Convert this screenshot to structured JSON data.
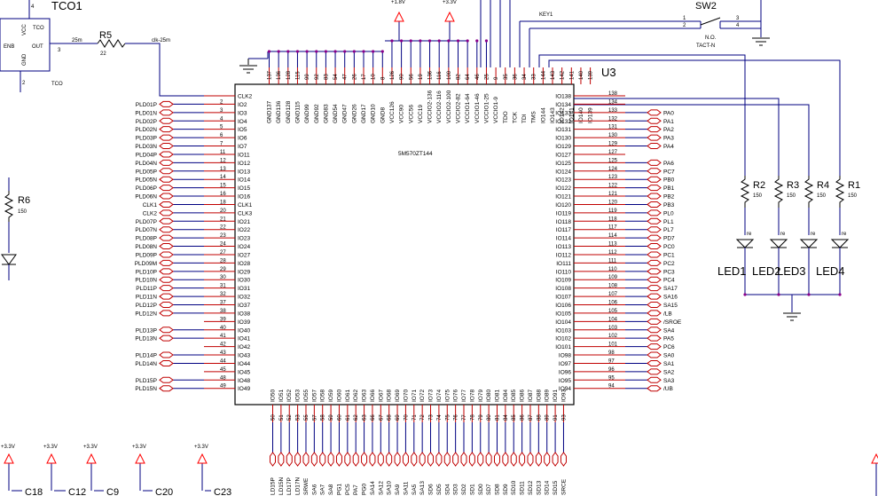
{
  "osc": {
    "ref": "TCO1",
    "label_top": "TCO",
    "label_bottom": "TCO",
    "pin_vcc": "VCC",
    "pin_gnd": "GND",
    "pin_enb": "ENB",
    "pin_out": "OUT",
    "pin_num_vcc": "4",
    "pin_num_out": "3",
    "pin_num_gnd": "2"
  },
  "r5": {
    "ref": "R5",
    "value": "22",
    "net_in": "25m",
    "net_out": "clk-25m"
  },
  "r6": {
    "ref": "R6",
    "value": "150"
  },
  "sw2": {
    "ref": "SW2",
    "type": "N.O.",
    "part": "TACT-N",
    "net": "KEY1",
    "pins": [
      "1",
      "2",
      "3",
      "4"
    ]
  },
  "power": {
    "v18": "+1.8V",
    "v33": "+3.3V"
  },
  "u3": {
    "ref": "U3",
    "part": "5M570ZT144"
  },
  "top_pins": [
    {
      "num": "137",
      "name": "GND137"
    },
    {
      "num": "136",
      "name": "GND136"
    },
    {
      "num": "128",
      "name": "GND128"
    },
    {
      "num": "115",
      "name": "GND115"
    },
    {
      "num": "99",
      "name": "GND99"
    },
    {
      "num": "92",
      "name": "GND92"
    },
    {
      "num": "83",
      "name": "GND83"
    },
    {
      "num": "54",
      "name": "GND54"
    },
    {
      "num": "47",
      "name": "GND47"
    },
    {
      "num": "26",
      "name": "GND26"
    },
    {
      "num": "17",
      "name": "GND17"
    },
    {
      "num": "10",
      "name": "GND10"
    },
    {
      "num": "8",
      "name": "GND8"
    },
    {
      "num": "126",
      "name": "VCC126"
    },
    {
      "num": "90",
      "name": "VCC90"
    },
    {
      "num": "56",
      "name": "VCC56"
    },
    {
      "num": "19",
      "name": "VCC19"
    },
    {
      "num": "136",
      "name": "VCCIO2-136"
    },
    {
      "num": "116",
      "name": "VCCIO2-116"
    },
    {
      "num": "100",
      "name": "VCCIO2-100"
    },
    {
      "num": "82",
      "name": "VCCIO2-82"
    },
    {
      "num": "64",
      "name": "VCCIO1-64"
    },
    {
      "num": "46",
      "name": "VCCIO1-46"
    },
    {
      "num": "25",
      "name": "VCCIO1-25"
    },
    {
      "num": "9",
      "name": "VCCIO1-9"
    },
    {
      "num": "35",
      "name": "TDO"
    },
    {
      "num": "36",
      "name": "TCK"
    },
    {
      "num": "34",
      "name": "TDI"
    },
    {
      "num": "33",
      "name": "TMS"
    },
    {
      "num": "144",
      "name": "IO144"
    },
    {
      "num": "143",
      "name": "IO143"
    },
    {
      "num": "142",
      "name": "IO142"
    },
    {
      "num": "141",
      "name": "IO141"
    },
    {
      "num": "140",
      "name": "IO140"
    },
    {
      "num": "139",
      "name": "IO139"
    }
  ],
  "left_pins": [
    {
      "num": "",
      "name": "CLK2",
      "net": ""
    },
    {
      "num": "2",
      "name": "IO2",
      "net": "PLD01P"
    },
    {
      "num": "3",
      "name": "IO3",
      "net": "PLD01N"
    },
    {
      "num": "4",
      "name": "IO4",
      "net": "PLD02P"
    },
    {
      "num": "5",
      "name": "IO5",
      "net": "PLD02N"
    },
    {
      "num": "6",
      "name": "IO6",
      "net": "PLD03P"
    },
    {
      "num": "7",
      "name": "IO7",
      "net": "PLD03N"
    },
    {
      "num": "11",
      "name": "IO11",
      "net": "PLD04P"
    },
    {
      "num": "12",
      "name": "IO12",
      "net": "PLD04N"
    },
    {
      "num": "13",
      "name": "IO13",
      "net": "PLD05P"
    },
    {
      "num": "14",
      "name": "IO14",
      "net": "PLD05N"
    },
    {
      "num": "15",
      "name": "IO15",
      "net": "PLD06P"
    },
    {
      "num": "16",
      "name": "IO16",
      "net": "PLD06N"
    },
    {
      "num": "18",
      "name": "CLK1",
      "net": "CLK1"
    },
    {
      "num": "20",
      "name": "CLK3",
      "net": "CLK2"
    },
    {
      "num": "21",
      "name": "IO21",
      "net": "PLD07P"
    },
    {
      "num": "22",
      "name": "IO22",
      "net": "PLD07N"
    },
    {
      "num": "23",
      "name": "IO23",
      "net": "PLD08P"
    },
    {
      "num": "24",
      "name": "IO24",
      "net": "PLD08N"
    },
    {
      "num": "27",
      "name": "IO27",
      "net": "PLD09P"
    },
    {
      "num": "28",
      "name": "IO28",
      "net": "PLD09M"
    },
    {
      "num": "29",
      "name": "IO29",
      "net": "PLD10P"
    },
    {
      "num": "30",
      "name": "IO30",
      "net": "PLD10N"
    },
    {
      "num": "31",
      "name": "IO31",
      "net": "PLD11P"
    },
    {
      "num": "32",
      "name": "IO32",
      "net": "PLD11N"
    },
    {
      "num": "37",
      "name": "IO37",
      "net": "PLD12P"
    },
    {
      "num": "38",
      "name": "IO38",
      "net": "PLD12N"
    },
    {
      "num": "39",
      "name": "IO39",
      "net": ""
    },
    {
      "num": "40",
      "name": "IO40",
      "net": "PLD13P"
    },
    {
      "num": "41",
      "name": "IO41",
      "net": "PLD13N"
    },
    {
      "num": "42",
      "name": "IO42",
      "net": ""
    },
    {
      "num": "43",
      "name": "IO43",
      "net": "PLD14P"
    },
    {
      "num": "44",
      "name": "IO44",
      "net": "PLD14N"
    },
    {
      "num": "45",
      "name": "IO45",
      "net": ""
    },
    {
      "num": "48",
      "name": "IO48",
      "net": "PLD15P"
    },
    {
      "num": "49",
      "name": "IO49",
      "net": "PLD15N"
    }
  ],
  "right_pins": [
    {
      "num": "138",
      "name": "IO138",
      "net": ""
    },
    {
      "num": "134",
      "name": "IO134",
      "net": ""
    },
    {
      "num": "133",
      "name": "IO133",
      "net": "PA0"
    },
    {
      "num": "132",
      "name": "IO132",
      "net": "PA1"
    },
    {
      "num": "131",
      "name": "IO131",
      "net": "PA2"
    },
    {
      "num": "130",
      "name": "IO130",
      "net": "PA3"
    },
    {
      "num": "129",
      "name": "IO129",
      "net": "PA4"
    },
    {
      "num": "127",
      "name": "IO127",
      "net": ""
    },
    {
      "num": "125",
      "name": "IO125",
      "net": "PA6"
    },
    {
      "num": "124",
      "name": "IO124",
      "net": "PC7"
    },
    {
      "num": "123",
      "name": "IO123",
      "net": "PB0"
    },
    {
      "num": "122",
      "name": "IO122",
      "net": "PB1"
    },
    {
      "num": "121",
      "name": "IO121",
      "net": "PB2"
    },
    {
      "num": "120",
      "name": "IO120",
      "net": "PB3"
    },
    {
      "num": "119",
      "name": "IO119",
      "net": "PL0"
    },
    {
      "num": "118",
      "name": "IO118",
      "net": "PL1"
    },
    {
      "num": "117",
      "name": "IO117",
      "net": "PL7"
    },
    {
      "num": "114",
      "name": "IO114",
      "net": "PD7"
    },
    {
      "num": "113",
      "name": "IO113",
      "net": "PC0"
    },
    {
      "num": "112",
      "name": "IO112",
      "net": "PC1"
    },
    {
      "num": "111",
      "name": "IO111",
      "net": "PC2"
    },
    {
      "num": "110",
      "name": "IO110",
      "net": "PC3"
    },
    {
      "num": "109",
      "name": "IO109",
      "net": "PC4"
    },
    {
      "num": "108",
      "name": "IO108",
      "net": "SA17"
    },
    {
      "num": "107",
      "name": "IO107",
      "net": "SA16"
    },
    {
      "num": "106",
      "name": "IO106",
      "net": "SA15"
    },
    {
      "num": "105",
      "name": "IO105",
      "net": "/LB"
    },
    {
      "num": "104",
      "name": "IO104",
      "net": "/SROE"
    },
    {
      "num": "103",
      "name": "IO103",
      "net": "SA4"
    },
    {
      "num": "102",
      "name": "IO102",
      "net": "PA5"
    },
    {
      "num": "101",
      "name": "IO101",
      "net": "PC6"
    },
    {
      "num": "98",
      "name": "IO98",
      "net": "SA0"
    },
    {
      "num": "97",
      "name": "IO97",
      "net": "SA1"
    },
    {
      "num": "96",
      "name": "IO96",
      "net": "SA2"
    },
    {
      "num": "95",
      "name": "IO95",
      "net": "SA3"
    },
    {
      "num": "94",
      "name": "IO94",
      "net": "/UB"
    }
  ],
  "bottom_pins": [
    {
      "num": "50",
      "name": "IO50",
      "net": "LD15P"
    },
    {
      "num": "51",
      "name": "IO51",
      "net": "LD15N"
    },
    {
      "num": "52",
      "name": "IO52",
      "net": "LD17P"
    },
    {
      "num": "53",
      "name": "IO53",
      "net": "LD17N"
    },
    {
      "num": "55",
      "name": "IO55",
      "net": "SRWE"
    },
    {
      "num": "57",
      "name": "IO57",
      "net": "SA6"
    },
    {
      "num": "58",
      "name": "IO58",
      "net": "SA7"
    },
    {
      "num": "59",
      "name": "IO59",
      "net": "SA8"
    },
    {
      "num": "60",
      "name": "IO60",
      "net": "PG1"
    },
    {
      "num": "61",
      "name": "IO61",
      "net": "PC5"
    },
    {
      "num": "62",
      "name": "IO62",
      "net": "PA7"
    },
    {
      "num": "63",
      "name": "IO63",
      "net": "PG0"
    },
    {
      "num": "66",
      "name": "IO66",
      "net": "SA14"
    },
    {
      "num": "67",
      "name": "IO67",
      "net": "SA12"
    },
    {
      "num": "68",
      "name": "IO68",
      "net": "SA10"
    },
    {
      "num": "69",
      "name": "IO69",
      "net": "SA9"
    },
    {
      "num": "70",
      "name": "IO70",
      "net": "SA11"
    },
    {
      "num": "71",
      "name": "IO71",
      "net": "SA5"
    },
    {
      "num": "72",
      "name": "IO72",
      "net": "SA13"
    },
    {
      "num": "73",
      "name": "IO73",
      "net": "SD6"
    },
    {
      "num": "74",
      "name": "IO74",
      "net": "SD5"
    },
    {
      "num": "75",
      "name": "IO75",
      "net": "SD4"
    },
    {
      "num": "76",
      "name": "IO76",
      "net": "SD3"
    },
    {
      "num": "77",
      "name": "IO77",
      "net": "SD2"
    },
    {
      "num": "78",
      "name": "IO78",
      "net": "SD1"
    },
    {
      "num": "79",
      "name": "IO79",
      "net": "SD0"
    },
    {
      "num": "80",
      "name": "IO80",
      "net": "SD7"
    },
    {
      "num": "81",
      "name": "IO81",
      "net": "SD8"
    },
    {
      "num": "84",
      "name": "IO84",
      "net": "SD9"
    },
    {
      "num": "85",
      "name": "IO85",
      "net": "SD10"
    },
    {
      "num": "86",
      "name": "IO86",
      "net": "SD11"
    },
    {
      "num": "87",
      "name": "IO87",
      "net": "SD12"
    },
    {
      "num": "88",
      "name": "IO88",
      "net": "SD13"
    },
    {
      "num": "89",
      "name": "IO89",
      "net": "SD14"
    },
    {
      "num": "91",
      "name": "IO91",
      "net": "SD15"
    },
    {
      "num": "93",
      "name": "IO93",
      "net": "SRCE"
    }
  ],
  "led_resistors": [
    {
      "ref": "R2",
      "value": "150"
    },
    {
      "ref": "R3",
      "value": "150"
    },
    {
      "ref": "R4",
      "value": "150"
    },
    {
      "ref": "R1",
      "value": "150"
    }
  ],
  "leds": [
    {
      "ref": "LED1",
      "tag": "re"
    },
    {
      "ref": "LED2",
      "tag": "re"
    },
    {
      "ref": "LED3",
      "tag": "re"
    },
    {
      "ref": "LED4",
      "tag": "re"
    }
  ],
  "caps": [
    {
      "ref": "C18",
      "supply": "+3.3V"
    },
    {
      "ref": "C12",
      "supply": "+3.3V"
    },
    {
      "ref": "C9",
      "supply": "+3.3V"
    },
    {
      "ref": "C20",
      "supply": "+3.3V"
    },
    {
      "ref": "C23",
      "supply": "+3.3V"
    }
  ],
  "colors": {
    "wire": "#000080",
    "pin": "#c00000",
    "junction": "#8b008b",
    "power": "#ff0000",
    "text": "#000000"
  }
}
